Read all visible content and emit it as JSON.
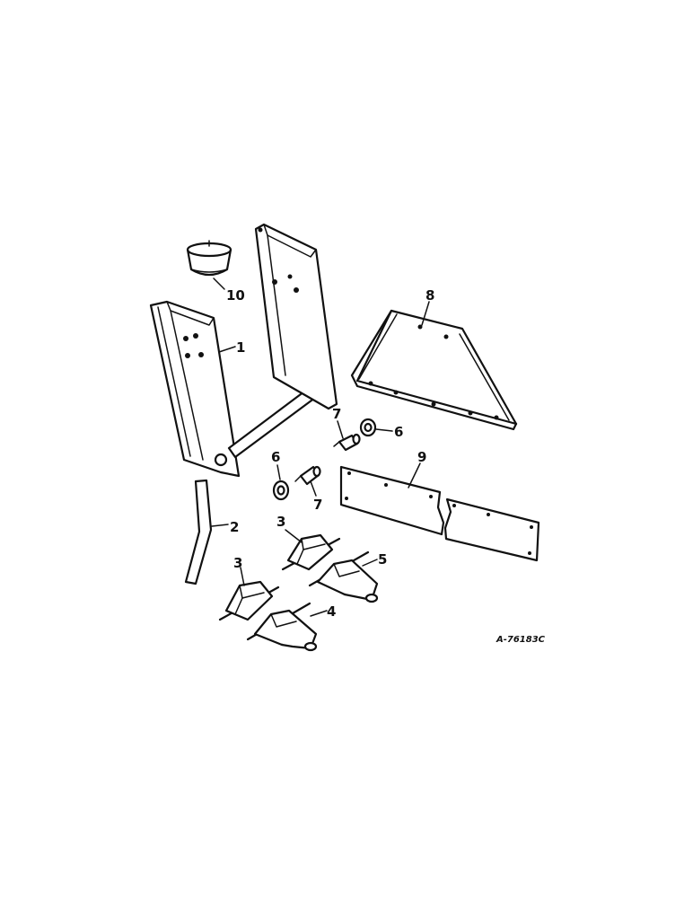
{
  "callouts": {
    "c1": "1",
    "c2": "2",
    "c3a": "3",
    "c3b": "3",
    "c4": "4",
    "c5": "5",
    "c6a": "6",
    "c6b": "6",
    "c7a": "7",
    "c7b": "7",
    "c8": "8",
    "c9": "9",
    "c10": "10"
  },
  "drawing_number": "A-76183C"
}
